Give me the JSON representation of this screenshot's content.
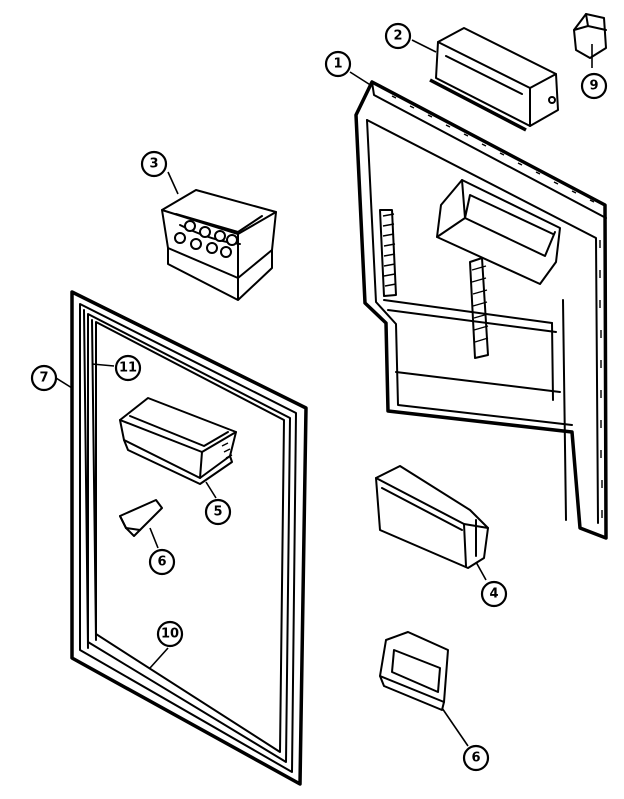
{
  "diagram": {
    "callouts": [
      {
        "id": "c1",
        "label": "1"
      },
      {
        "id": "c2",
        "label": "2"
      },
      {
        "id": "c3",
        "label": "3"
      },
      {
        "id": "c4",
        "label": "4"
      },
      {
        "id": "c5",
        "label": "5"
      },
      {
        "id": "c6a",
        "label": "6"
      },
      {
        "id": "c6b",
        "label": "6"
      },
      {
        "id": "c7",
        "label": "7"
      },
      {
        "id": "c9",
        "label": "9"
      },
      {
        "id": "c10",
        "label": "10"
      },
      {
        "id": "c11",
        "label": "11"
      }
    ]
  }
}
